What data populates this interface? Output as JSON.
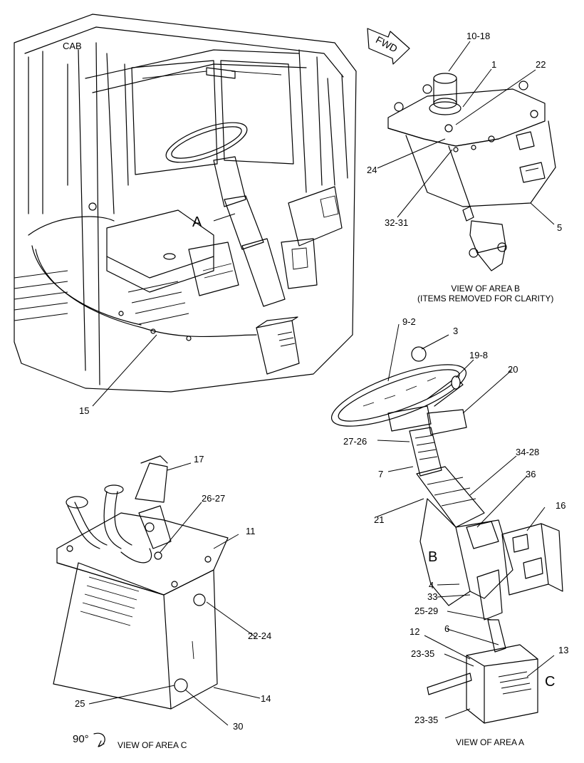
{
  "labels": {
    "cab": "CAB",
    "fwd": "FWD",
    "area_a": "A",
    "area_b": "B",
    "area_c": "C",
    "rotation": "90°",
    "p10_18": "10-18",
    "p1": "1",
    "p22": "22",
    "p24": "24",
    "p32_31": "32-31",
    "p5": "5",
    "p9_2": "9-2",
    "p3": "3",
    "p19_8": "19-8",
    "p20": "20",
    "p27_26": "27-26",
    "p7": "7",
    "p34_28": "34-28",
    "p36": "36",
    "p16": "16",
    "p21": "21",
    "p4": "4",
    "p33": "33",
    "p25_29": "25-29",
    "p6": "6",
    "p12": "12",
    "p13": "13",
    "p23_35_a": "23-35",
    "p23_35_b": "23-35",
    "p15": "15",
    "p17": "17",
    "p26_27": "26-27",
    "p11": "11",
    "p22_24": "22-24",
    "p14": "14",
    "p25": "25",
    "p30": "30"
  },
  "captions": {
    "view_b_line1": "VIEW OF AREA B",
    "view_b_line2": "(ITEMS REMOVED FOR CLARITY)",
    "view_c": "VIEW OF AREA C",
    "view_a": "VIEW OF AREA A"
  }
}
